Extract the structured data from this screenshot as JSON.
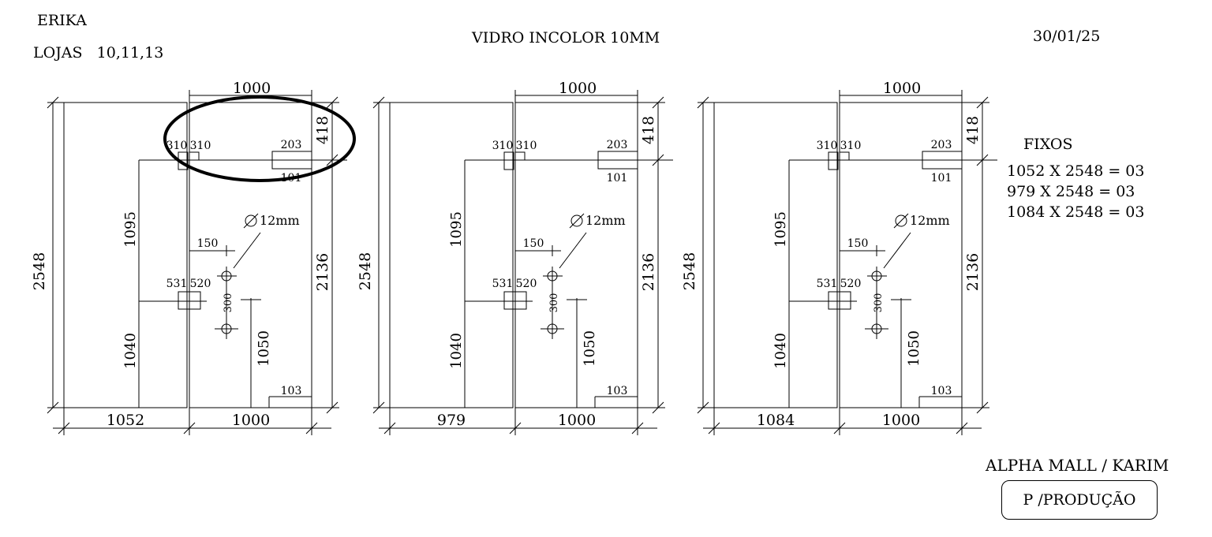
{
  "header": {
    "client": "ERIKA",
    "lojas": "LOJAS   10,11,13",
    "title": "VIDRO INCOLOR 10MM",
    "date": "30/01/25"
  },
  "fixos": {
    "title": "FIXOS",
    "lines": [
      "1052 X 2548 = 03",
      "979 X 2548 = 03",
      "1084 X 2548 = 03"
    ]
  },
  "footer": {
    "site": "ALPHA MALL / KARIM",
    "stamp": "P /PRODUÇÃO"
  },
  "panels": [
    {
      "fixed_width": "1052",
      "door_width": "1000",
      "door_width_top": "1000",
      "total_height": "2548",
      "door_height": "2136",
      "top_height": "418",
      "hinge_top_left": "310",
      "hinge_top_right": "310",
      "lock_top": "203",
      "lock_bottom": "101",
      "hinge_mid_left": "531",
      "hinge_mid_right": "520",
      "dim_1095": "1095",
      "dim_1040": "1040",
      "dim_1050": "1050",
      "dim_150": "150",
      "dim_300": "300",
      "dim_103": "103",
      "hole": "12mm"
    },
    {
      "fixed_width": "979",
      "door_width": "1000",
      "door_width_top": "1000",
      "total_height": "2548",
      "door_height": "2136",
      "top_height": "418",
      "hinge_top_left": "310",
      "hinge_top_right": "310",
      "lock_top": "203",
      "lock_bottom": "101",
      "hinge_mid_left": "531",
      "hinge_mid_right": "520",
      "dim_1095": "1095",
      "dim_1040": "1040",
      "dim_1050": "1050",
      "dim_150": "150",
      "dim_300": "300",
      "dim_103": "103",
      "hole": "12mm"
    },
    {
      "fixed_width": "1084",
      "door_width": "1000",
      "door_width_top": "1000",
      "total_height": "2548",
      "door_height": "2136",
      "top_height": "418",
      "hinge_top_left": "310",
      "hinge_top_right": "310",
      "lock_top": "203",
      "lock_bottom": "101",
      "hinge_mid_left": "531",
      "hinge_mid_right": "520",
      "dim_1095": "1095",
      "dim_1040": "1040",
      "dim_1050": "1050",
      "dim_150": "150",
      "dim_300": "300",
      "dim_103": "103",
      "hole": "12mm"
    }
  ]
}
